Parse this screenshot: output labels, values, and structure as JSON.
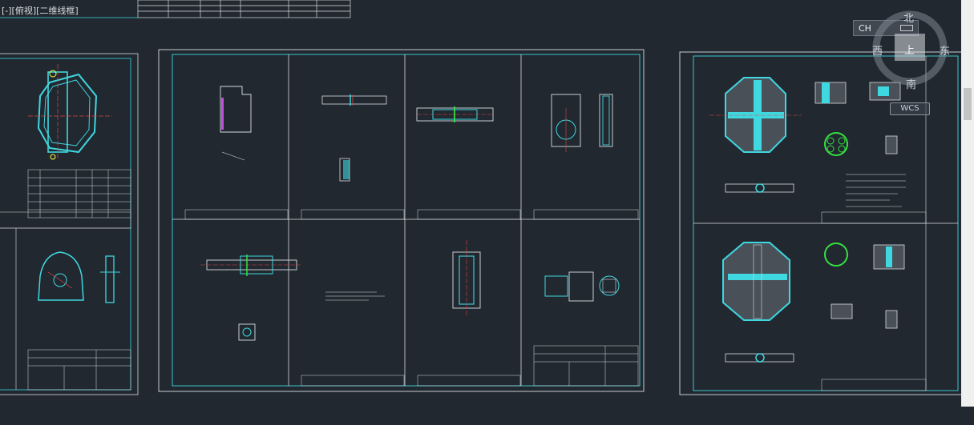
{
  "view_label": "[-][俯视][二维线框]",
  "ime": {
    "label": "CH"
  },
  "viewcube": {
    "north": "北",
    "south": "南",
    "east": "东",
    "west": "西",
    "top": "上",
    "wcs": "WCS"
  }
}
